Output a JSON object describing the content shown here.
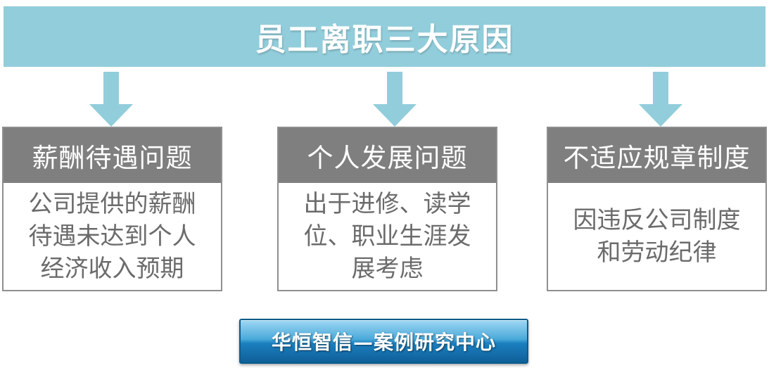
{
  "title": "员工离职三大原因",
  "colors": {
    "banner": "#92cddb",
    "arrow": "#92cddb",
    "card_header": "#7f7f7f",
    "card_text": "#6b6b6b",
    "footer": "#1b7fbf"
  },
  "reasons": [
    {
      "header": "薪酬待遇问题",
      "lines": [
        "公司提供的薪酬",
        "待遇未达到个人",
        "经济收入预期"
      ]
    },
    {
      "header": "个人发展问题",
      "lines": [
        "出于进修、读学",
        "位、职业生涯发",
        "展考虑"
      ]
    },
    {
      "header": "不适应规章制度",
      "lines": [
        "因违反公司制度",
        "和劳动纪律"
      ]
    }
  ],
  "footer": {
    "label": "华恒智信—案例研究中心"
  }
}
